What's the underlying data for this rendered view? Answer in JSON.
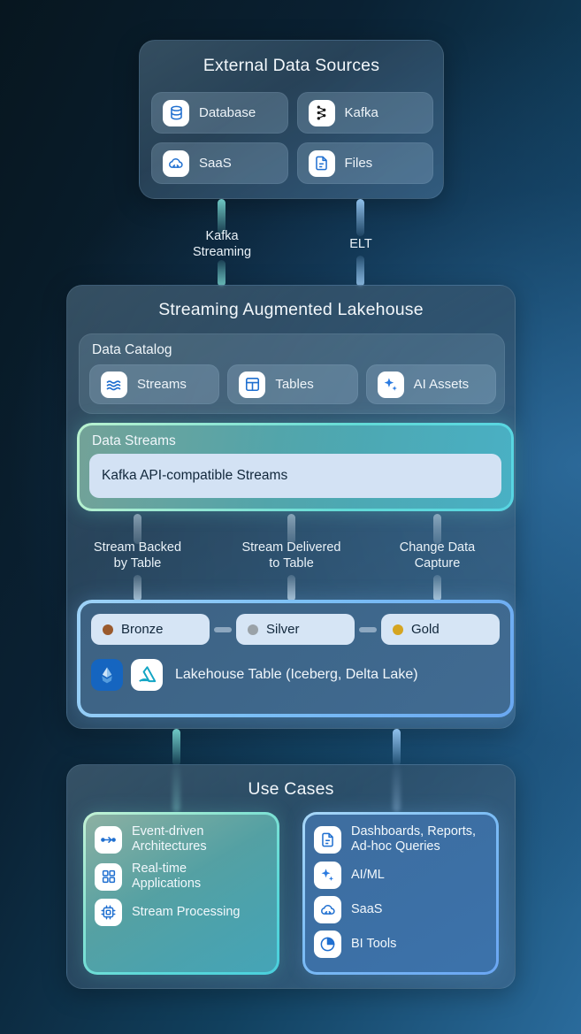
{
  "external_sources": {
    "title": "External Data Sources",
    "items": [
      {
        "label": "Database",
        "icon": "database-icon"
      },
      {
        "label": "Kafka",
        "icon": "kafka-icon"
      },
      {
        "label": "SaaS",
        "icon": "saas-cloud-icon"
      },
      {
        "label": "Files",
        "icon": "file-document-icon"
      }
    ]
  },
  "connectors_top": [
    {
      "label": "Kafka\nStreaming",
      "color": "#78d7d2"
    },
    {
      "label": "ELT",
      "color": "#96c8f5"
    }
  ],
  "lakehouse": {
    "title": "Streaming Augmented Lakehouse",
    "data_catalog": {
      "title": "Data Catalog",
      "items": [
        {
          "label": "Streams",
          "icon": "waves-icon"
        },
        {
          "label": "Tables",
          "icon": "table-grid-icon"
        },
        {
          "label": "AI Assets",
          "icon": "sparkle-ai-icon"
        }
      ]
    },
    "data_streams": {
      "title": "Data Streams",
      "stream_box_label": "Kafka API-compatible Streams",
      "border_gradient_start": "#b9f2cf",
      "border_gradient_end": "#57d5e2"
    },
    "middle_connectors": [
      {
        "label": "Stream Backed\nby Table"
      },
      {
        "label": "Stream Delivered\nto Table"
      },
      {
        "label": "Change Data\nCapture"
      }
    ],
    "lakehouse_table": {
      "medallion": [
        {
          "label": "Bronze",
          "dot_color": "#9a5a2d"
        },
        {
          "label": "Silver",
          "dot_color": "#9aa2a8"
        },
        {
          "label": "Gold",
          "dot_color": "#d5a521"
        }
      ],
      "format_label": "Lakehouse Table (Iceberg, Delta Lake)",
      "format_icons": [
        "iceberg-icon",
        "delta-lake-icon"
      ],
      "border_color": "#7cc0f5"
    }
  },
  "connectors_bottom": [
    {
      "color": "#78d7d2"
    },
    {
      "color": "#96c8f5"
    }
  ],
  "use_cases": {
    "title": "Use Cases",
    "left_card": {
      "items": [
        {
          "label": "Event-driven\nArchitectures",
          "icon": "event-flow-icon"
        },
        {
          "label": "Real-time\nApplications",
          "icon": "apps-grid-icon"
        },
        {
          "label": "Stream Processing",
          "icon": "cpu-chip-icon"
        }
      ]
    },
    "right_card": {
      "items": [
        {
          "label": "Dashboards, Reports,\nAd-hoc Queries",
          "icon": "file-document-icon"
        },
        {
          "label": "AI/ML",
          "icon": "sparkle-ai-icon"
        },
        {
          "label": "SaaS",
          "icon": "saas-cloud-icon"
        },
        {
          "label": "BI Tools",
          "icon": "pie-chart-icon"
        }
      ]
    }
  }
}
